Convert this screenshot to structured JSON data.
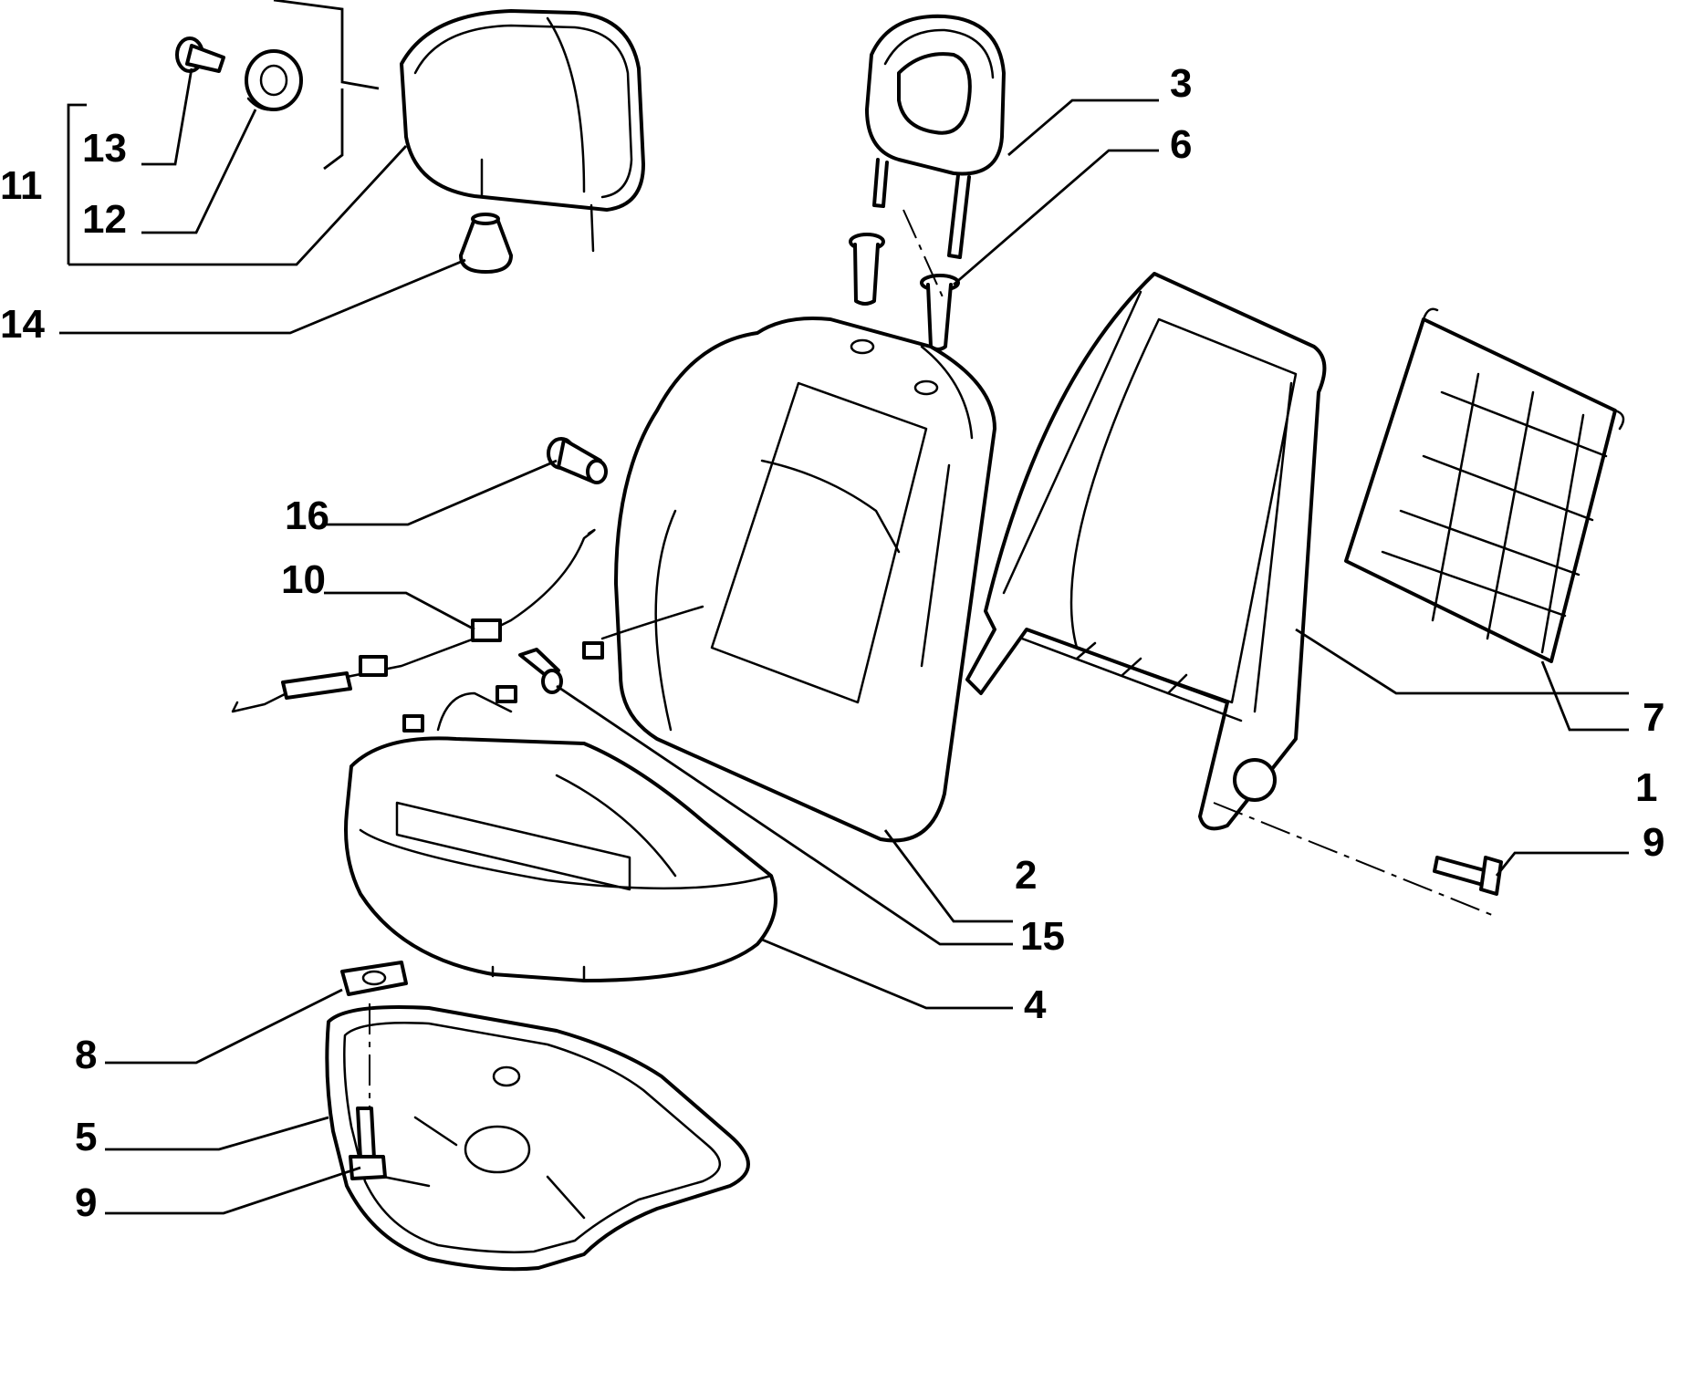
{
  "diagram": {
    "kind": "exploded-parts-view",
    "ink_color": "#000000",
    "background_color": "#ffffff",
    "callouts": [
      {
        "id": "c1",
        "label": "1"
      },
      {
        "id": "c2",
        "label": "2"
      },
      {
        "id": "c3",
        "label": "3"
      },
      {
        "id": "c4",
        "label": "4"
      },
      {
        "id": "c5",
        "label": "5"
      },
      {
        "id": "c6",
        "label": "6"
      },
      {
        "id": "c7",
        "label": "7"
      },
      {
        "id": "c8",
        "label": "8"
      },
      {
        "id": "c9a",
        "label": "9"
      },
      {
        "id": "c9b",
        "label": "9"
      },
      {
        "id": "c10",
        "label": "10"
      },
      {
        "id": "c11",
        "label": "11"
      },
      {
        "id": "c12",
        "label": "12"
      },
      {
        "id": "c13",
        "label": "13"
      },
      {
        "id": "c14",
        "label": "14"
      },
      {
        "id": "c15",
        "label": "15"
      },
      {
        "id": "c16",
        "label": "16"
      }
    ]
  }
}
